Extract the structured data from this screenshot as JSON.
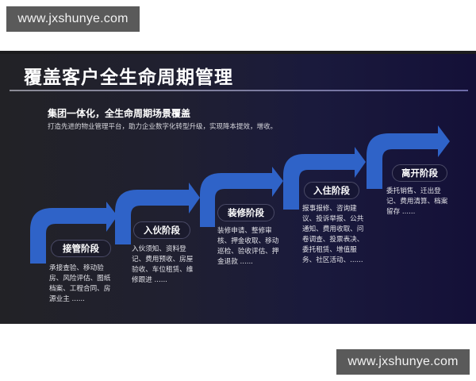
{
  "watermarks": {
    "top": "www.jxshunye.com",
    "bottom": "www.jxshunye.com"
  },
  "slide": {
    "title": "覆盖客户全生命周期管理",
    "subtitle": "集团一体化，全生命周期场景覆盖",
    "description": "打造先进的物业管理平台，助力企业数字化转型升级，实现降本提效，增收。",
    "colors": {
      "arrow_blue": "#2f63c8",
      "background_left": "#222226",
      "background_right": "#141038"
    },
    "stages": [
      {
        "label": "接管阶段",
        "text": "承接查验、移动验房、风险评估、图纸档案、工程合同、房源业主 ......"
      },
      {
        "label": "入伙阶段",
        "text": "入伙须知、资料登记、费用预收、房屋验收、车位租赁、维修跟进 ......"
      },
      {
        "label": "装修阶段",
        "text": "装修申请、整修审核、押金收取、移动巡检、验收评估、押金退款 ......"
      },
      {
        "label": "入住阶段",
        "text": "报事报修、咨询建议、投诉举报、公共通知、费用收取、问卷调查、投票表决、委托租赁、增值服务、社区活动、......"
      },
      {
        "label": "离开阶段",
        "text": "委托销售、迁出登记、费用清算、档案留存 ......"
      }
    ]
  }
}
